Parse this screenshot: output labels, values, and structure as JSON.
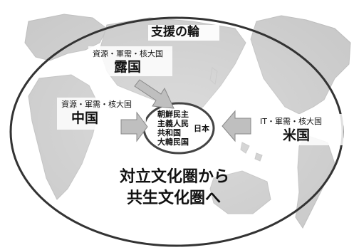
{
  "title": "支援の輪",
  "russia": {
    "sub": "資源・軍需・核大国",
    "name": "露国"
  },
  "china": {
    "sub": "資源・軍需・核大国",
    "name": "中国"
  },
  "usa": {
    "sub": "IT・軍需・核大国",
    "name": "米国"
  },
  "core": {
    "line1": "朝鮮民主",
    "line2": "主義人民",
    "line3": "共和国",
    "line4": "大韓民国",
    "japan": "日本"
  },
  "slogan": {
    "line1": "対立文化圏から",
    "line2": "共生文化圏へ"
  }
}
